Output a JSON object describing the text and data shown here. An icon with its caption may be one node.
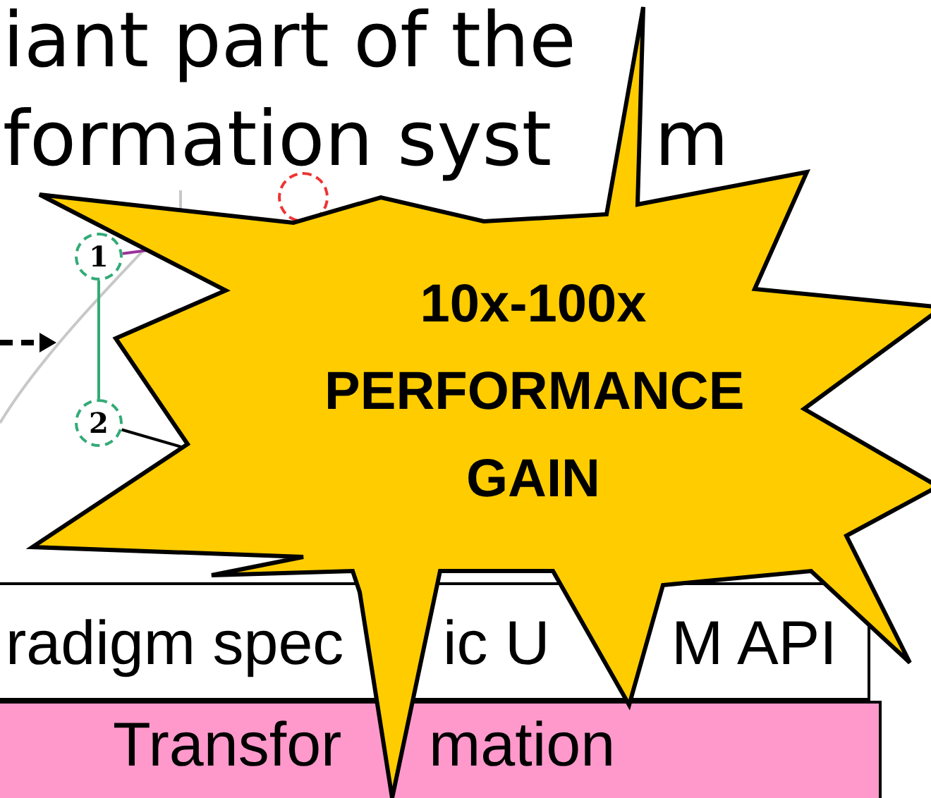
{
  "diagram": {
    "nodes": [
      {
        "text": [],
        "shape": "circle"
      },
      {
        "text": [
          "1"
        ]
      },
      {
        "text": [
          "2"
        ]
      },
      {
        "text": [
          "10x-100x PERFORMANCE GAIN"
        ]
      },
      {
        "text": [
          "radigm spec",
          "ic U",
          "M API"
        ]
      },
      {
        "text": [
          "Transfor",
          "mation"
        ]
      }
    ],
    "edges": [
      {
        "from": 1,
        "to": 2,
        "arrow": "none",
        "color": "#33aa77"
      },
      {
        "from": 1,
        "to": 3,
        "arrow": "none",
        "color": "#993399"
      },
      {
        "from": 2,
        "to": 3,
        "arrow": "none",
        "color": "#000000"
      }
    ],
    "labels": [
      "iant part of the",
      "formation syst",
      "m"
    ]
  }
}
